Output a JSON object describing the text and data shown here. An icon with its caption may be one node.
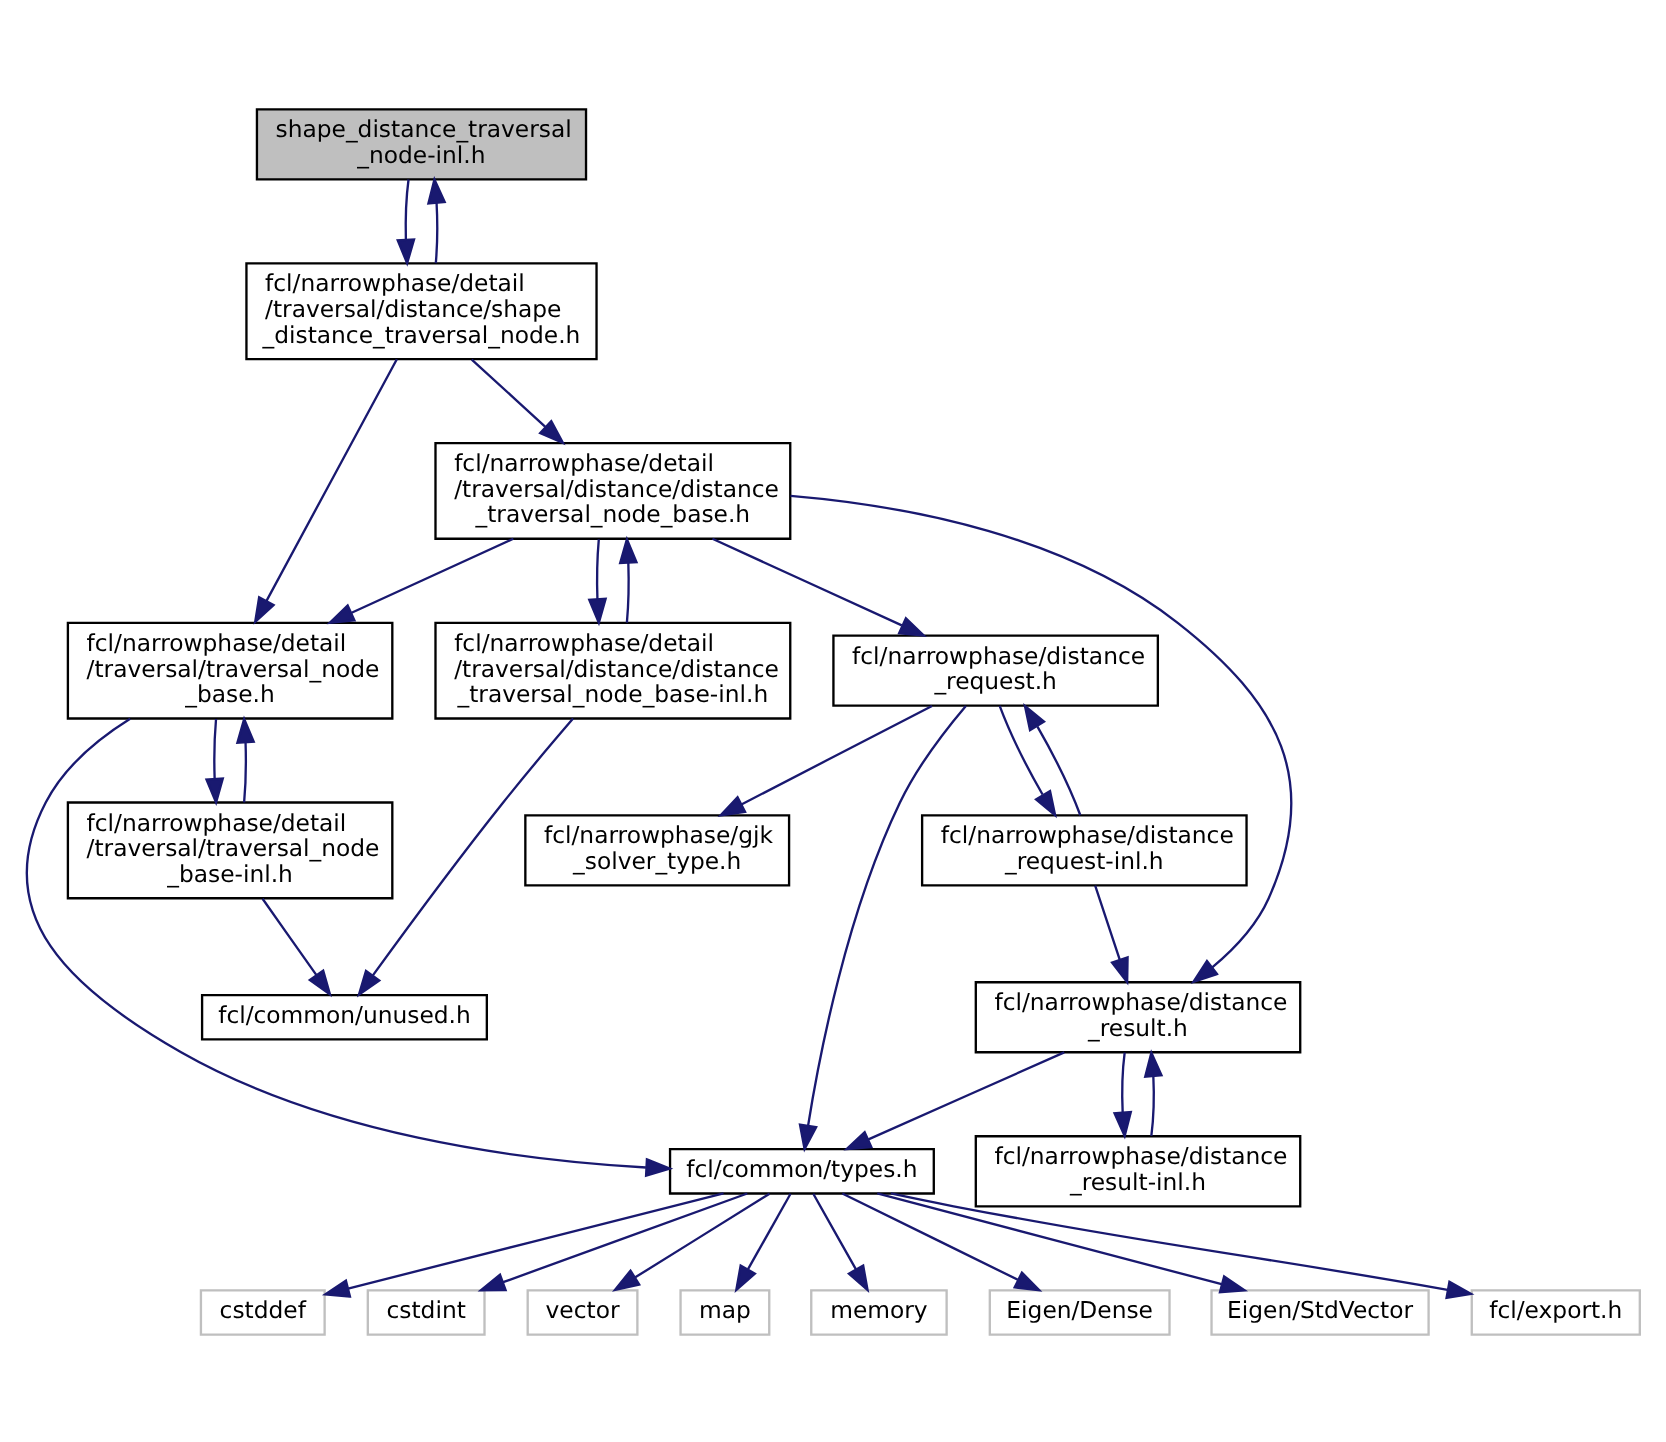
{
  "diagram": {
    "nodes": [
      {
        "text": [
          "shape_distance_traversal _node-inl.h"
        ]
      },
      {
        "text": [
          "fcl/narrowphase/detail /traversal/distance/shape _distance_traversal_node.h"
        ]
      },
      {
        "text": [
          "fcl/narrowphase/detail /traversal/distance/distance _traversal_node_base.h"
        ]
      },
      {
        "text": [
          "fcl/narrowphase/detail /traversal/traversal_node _base.h"
        ]
      },
      {
        "text": [
          "fcl/narrowphase/detail /traversal/distance/distance _traversal_node_base-inl.h"
        ]
      },
      {
        "text": [
          "fcl/narrowphase/distance _request.h"
        ]
      },
      {
        "text": [
          "fcl/narrowphase/detail /traversal/traversal_node _base-inl.h"
        ]
      },
      {
        "text": [
          "fcl/narrowphase/gjk _solver_type.h"
        ]
      },
      {
        "text": [
          "fcl/narrowphase/distance _request-inl.h"
        ]
      },
      {
        "text": [
          "fcl/common/unused.h"
        ]
      },
      {
        "text": [
          "fcl/narrowphase/distance _result.h"
        ]
      },
      {
        "text": [
          "fcl/narrowphase/distance _result-inl.h"
        ]
      },
      {
        "text": [
          "fcl/common/types.h"
        ]
      },
      {
        "text": [
          "cstddef"
        ]
      },
      {
        "text": [
          "cstdint"
        ]
      },
      {
        "text": [
          "vector"
        ]
      },
      {
        "text": [
          "map"
        ]
      },
      {
        "text": [
          "memory"
        ]
      },
      {
        "text": [
          "Eigen/Dense"
        ]
      },
      {
        "text": [
          "Eigen/StdVector"
        ]
      },
      {
        "text": [
          "fcl/export.h"
        ]
      }
    ],
    "edges": [
      {
        "from": 0,
        "to": 1,
        "arrow": "to"
      },
      {
        "from": 1,
        "to": 0,
        "arrow": "to"
      },
      {
        "from": 1,
        "to": 3,
        "arrow": "to"
      },
      {
        "from": 1,
        "to": 2,
        "arrow": "to"
      },
      {
        "from": 2,
        "to": 3,
        "arrow": "to"
      },
      {
        "from": 2,
        "to": 4,
        "arrow": "to"
      },
      {
        "from": 4,
        "to": 2,
        "arrow": "to"
      },
      {
        "from": 2,
        "to": 5,
        "arrow": "to"
      },
      {
        "from": 2,
        "to": 10,
        "arrow": "to"
      },
      {
        "from": 3,
        "to": 6,
        "arrow": "to"
      },
      {
        "from": 6,
        "to": 3,
        "arrow": "to"
      },
      {
        "from": 3,
        "to": 12,
        "arrow": "to"
      },
      {
        "from": 4,
        "to": 9,
        "arrow": "to"
      },
      {
        "from": 6,
        "to": 9,
        "arrow": "to"
      },
      {
        "from": 5,
        "to": 12,
        "arrow": "to"
      },
      {
        "from": 5,
        "to": 7,
        "arrow": "to"
      },
      {
        "from": 5,
        "to": 8,
        "arrow": "to"
      },
      {
        "from": 8,
        "to": 5,
        "arrow": "to"
      },
      {
        "from": 8,
        "to": 10,
        "arrow": "to"
      },
      {
        "from": 10,
        "to": 12,
        "arrow": "to"
      },
      {
        "from": 10,
        "to": 11,
        "arrow": "to"
      },
      {
        "from": 11,
        "to": 10,
        "arrow": "to"
      },
      {
        "from": 12,
        "to": 13,
        "arrow": "to"
      },
      {
        "from": 12,
        "to": 14,
        "arrow": "to"
      },
      {
        "from": 12,
        "to": 15,
        "arrow": "to"
      },
      {
        "from": 12,
        "to": 16,
        "arrow": "to"
      },
      {
        "from": 12,
        "to": 17,
        "arrow": "to"
      },
      {
        "from": 12,
        "to": 18,
        "arrow": "to"
      },
      {
        "from": 12,
        "to": 19,
        "arrow": "to"
      },
      {
        "from": 12,
        "to": 20,
        "arrow": "to"
      }
    ]
  }
}
